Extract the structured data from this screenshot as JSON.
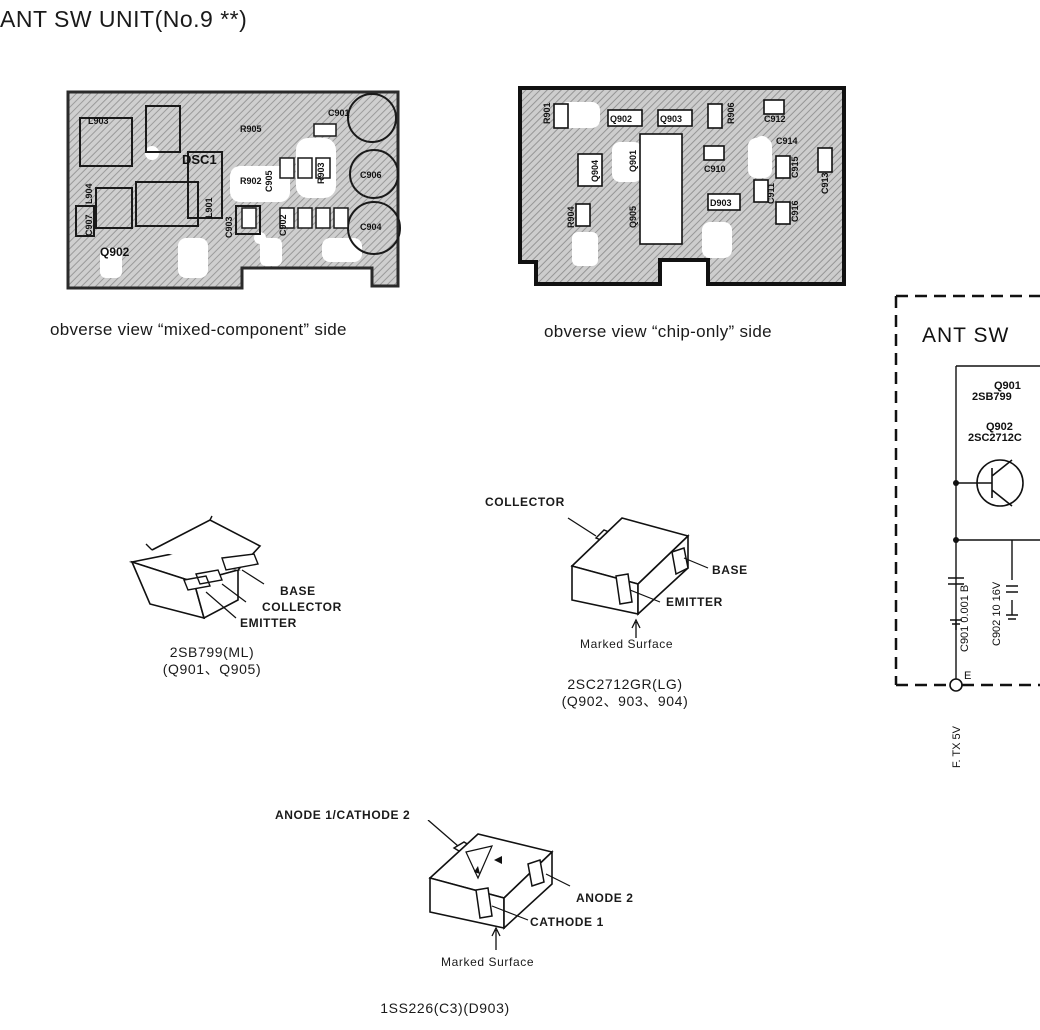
{
  "title": "ANT SW UNIT(No.9 **)",
  "board_mixed": {
    "caption": "obverse view “mixed-component” side",
    "labels": [
      "L903",
      "R905",
      "C901",
      "DSC1",
      "R902",
      "C905",
      "R903",
      "C906",
      "L904",
      "C907",
      "L901",
      "Q902",
      "C903",
      "C902",
      "C904"
    ]
  },
  "board_chip": {
    "caption": "obverse view “chip-only” side",
    "labels": [
      "R901",
      "Q902",
      "Q903",
      "R906",
      "C912",
      "C914",
      "Q901",
      "C910",
      "Q904",
      "C915",
      "C913",
      "R904",
      "Q905",
      "D903",
      "C911",
      "C916"
    ]
  },
  "part_2sb799": {
    "pins": {
      "base": "BASE",
      "collector": "COLLECTOR",
      "emitter": "EMITTER"
    },
    "name": "2SB799(ML)",
    "refs": "(Q901、Q905)"
  },
  "part_2sc2712": {
    "pins": {
      "collector": "COLLECTOR",
      "base": "BASE",
      "emitter": "EMITTER"
    },
    "marked": "Marked Surface",
    "name": "2SC2712GR(LG)",
    "refs": "(Q902、903、904)"
  },
  "part_1ss226": {
    "pins": {
      "anode1_cathode2": "ANODE 1/CATHODE 2",
      "anode2": "ANODE 2",
      "cathode1": "CATHODE 1"
    },
    "marked": "Marked Surface",
    "name": "1SS226(C3)(D903)"
  },
  "schematic": {
    "title": "ANT SW",
    "q901": "Q901",
    "q901_type": "2SB799",
    "q902": "Q902",
    "q902_type": "2SC2712C",
    "c901": "C901  0.001 B",
    "c902": "C902  10  16V",
    "terminal": "E",
    "net": "F. TX 5V"
  }
}
